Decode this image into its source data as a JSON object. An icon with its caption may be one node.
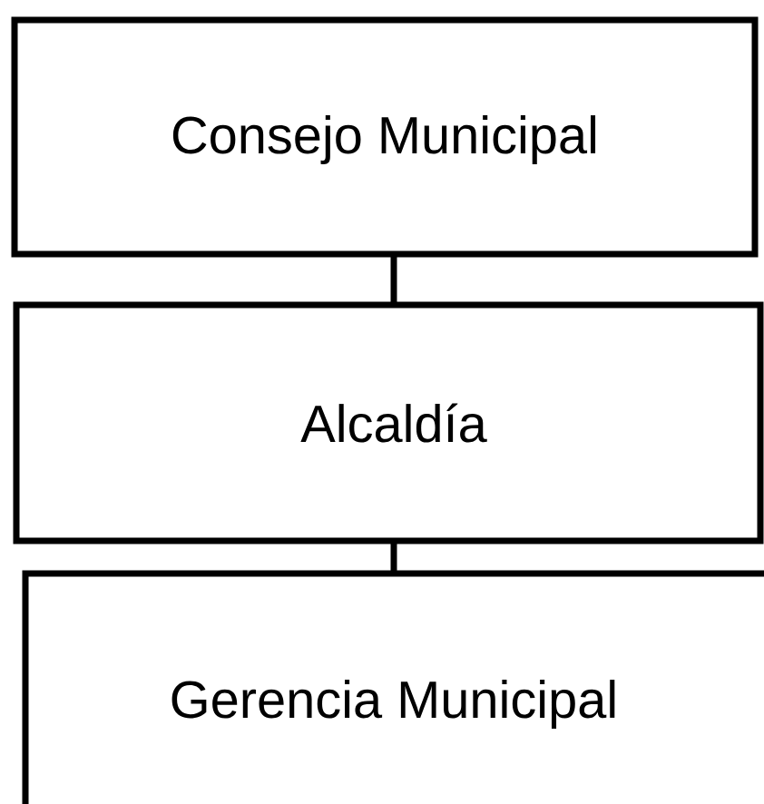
{
  "diagram": {
    "nodes": [
      {
        "text": [
          "Consejo Municipal"
        ]
      },
      {
        "text": [
          "Alcaldía"
        ]
      },
      {
        "text": [
          "Gerencia Municipal"
        ]
      }
    ],
    "edges": [
      {
        "from": 0,
        "to": 1,
        "arrow": "none"
      },
      {
        "from": 1,
        "to": 2,
        "arrow": "none"
      }
    ]
  }
}
